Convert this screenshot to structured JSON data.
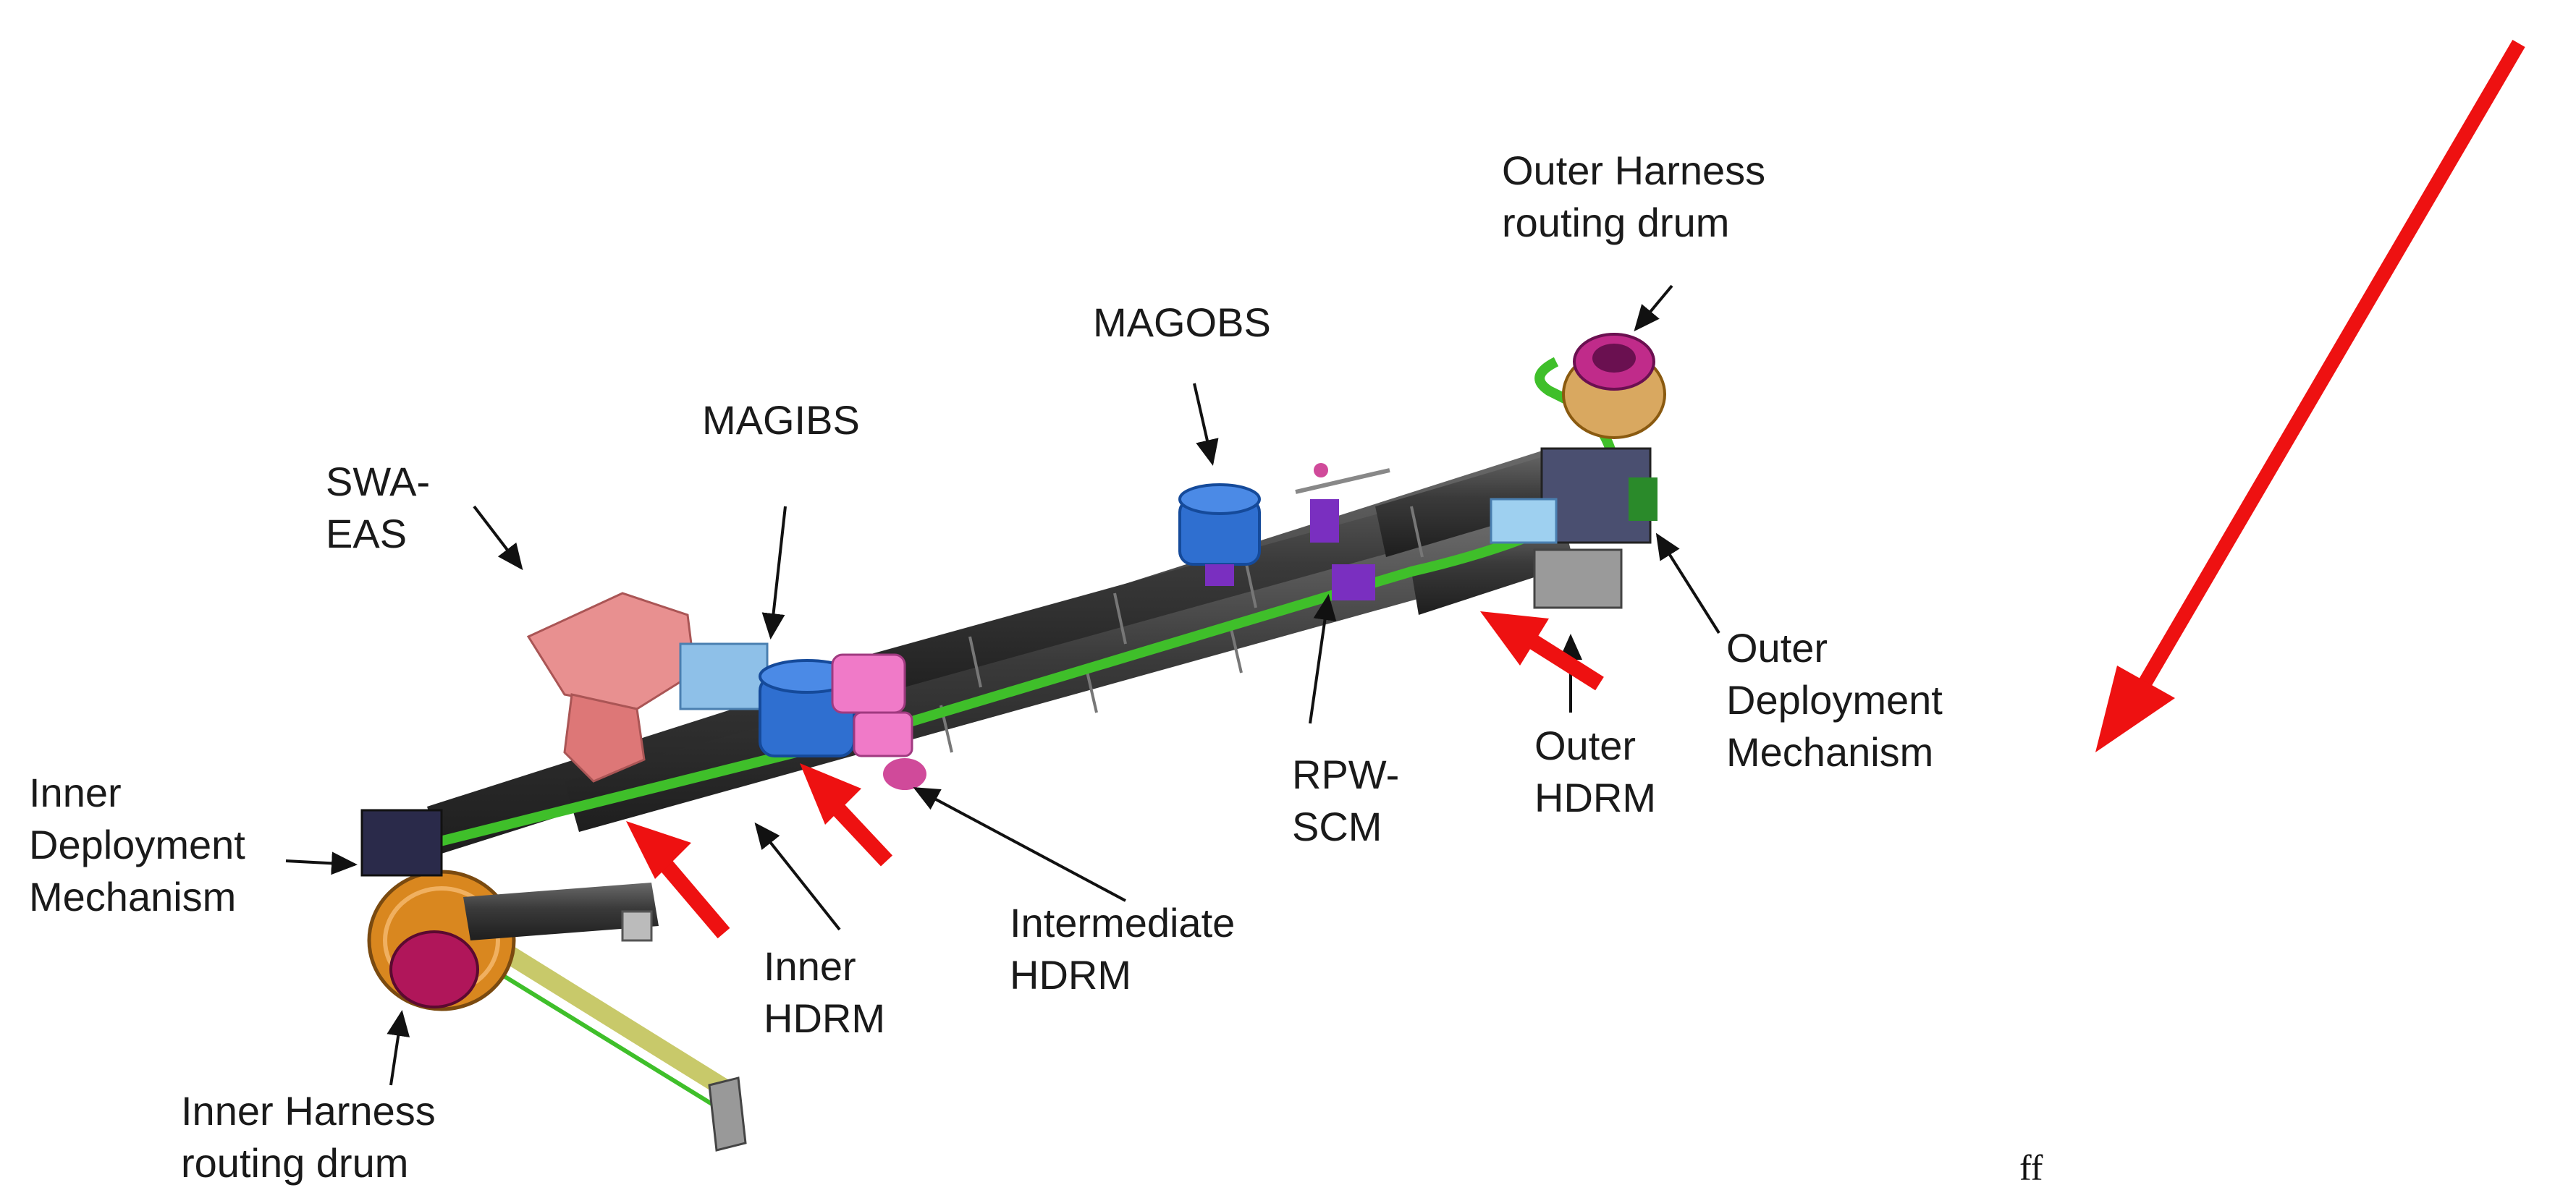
{
  "labels": {
    "outer_harness": [
      "Outer Harness",
      "routing drum"
    ],
    "magobs": [
      "MAGOBS"
    ],
    "magibs": [
      "MAGIBS"
    ],
    "swa_eas": [
      "SWA-",
      "EAS"
    ],
    "inner_deployment": [
      "Inner",
      "Deployment",
      "Mechanism"
    ],
    "inner_hdrm": [
      "Inner",
      "HDRM"
    ],
    "intermediate_hdrm": [
      "Intermediate",
      "HDRM"
    ],
    "rpw_scm": [
      "RPW-",
      "SCM"
    ],
    "outer_hdrm": [
      "Outer",
      "HDRM"
    ],
    "outer_deployment": [
      "Outer",
      "Deployment",
      "Mechanism"
    ],
    "inner_harness": [
      "Inner Harness",
      "routing drum"
    ]
  },
  "corner_mark": "ff",
  "colors": {
    "boom_tube": "#3d3d3d",
    "harness_green": "#3fbf2a",
    "swa_eas": "#e89090",
    "mag_blue": "#2f6fd0",
    "pink_hdrm": "#f07ac8",
    "drum_orange": "#d9871f",
    "drum_magenta": "#b0165a",
    "red_arrow": "#ee1111"
  }
}
